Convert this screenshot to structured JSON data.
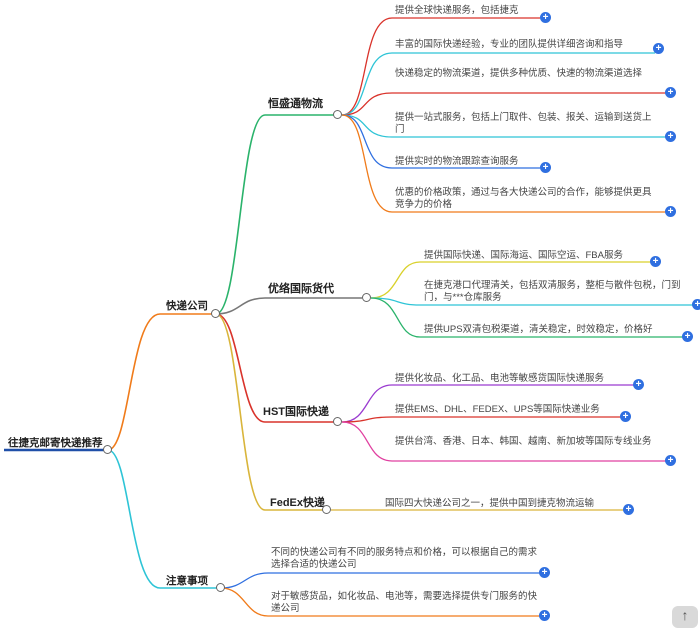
{
  "root": {
    "label": "往捷克邮寄快递推荐"
  },
  "branches": {
    "companies": {
      "label": "快递公司"
    },
    "notes": {
      "label": "注意事项"
    }
  },
  "companies": {
    "hengsheng": {
      "label": "恒盛通物流",
      "items": [
        "提供全球快递服务，包括捷克",
        "丰富的国际快递经验，专业的团队提供详细咨询和指导",
        "快递稳定的物流渠道，提供多种优质、快速的物流渠道选择",
        "提供一站式服务，包括上门取件、包装、报关、运输到送货上门",
        "提供实时的物流跟踪查询服务",
        "优惠的价格政策，通过与各大快递公司的合作，能够提供更具竞争力的价格"
      ]
    },
    "youluo": {
      "label": "优络国际货代",
      "items": [
        "提供国际快递、国际海运、国际空运、FBA服务",
        "在捷克港口代理清关，包括双清服务，整柜与散件包税，门到门，与***仓库服务",
        "提供UPS双清包税渠道，清关稳定，时效稳定，价格好"
      ]
    },
    "hst": {
      "label": "HST国际快递",
      "items": [
        "提供化妆品、化工品、电池等敏感货国际快递服务",
        "提供EMS、DHL、FEDEX、UPS等国际快递业务",
        "提供台湾、香港、日本、韩国、越南、新加坡等国际专线业务"
      ]
    },
    "fedex": {
      "label": "FedEx快递",
      "items": [
        "国际四大快递公司之一，提供中国到捷克物流运输"
      ]
    }
  },
  "notes": {
    "items": [
      "不同的快递公司有不同的服务特点和价格，可以根据自己的需求选择合适的快递公司",
      "对于敏感货品，如化妆品、电池等，需要选择提供专门服务的快递公司"
    ]
  },
  "icons": {
    "expand": "plus-icon",
    "collapse": "collapse-circle-icon",
    "corner": "scroll-up-icon"
  },
  "colors": {
    "root": "#1f4fa8",
    "companies": "#f07b1a",
    "notes": "#2ec4d6",
    "hengsheng": "#2ab36b",
    "youluo": "#777777",
    "hst": "#d9332b",
    "fedex": "#d9b53b",
    "expand": "#2f6fe0"
  }
}
